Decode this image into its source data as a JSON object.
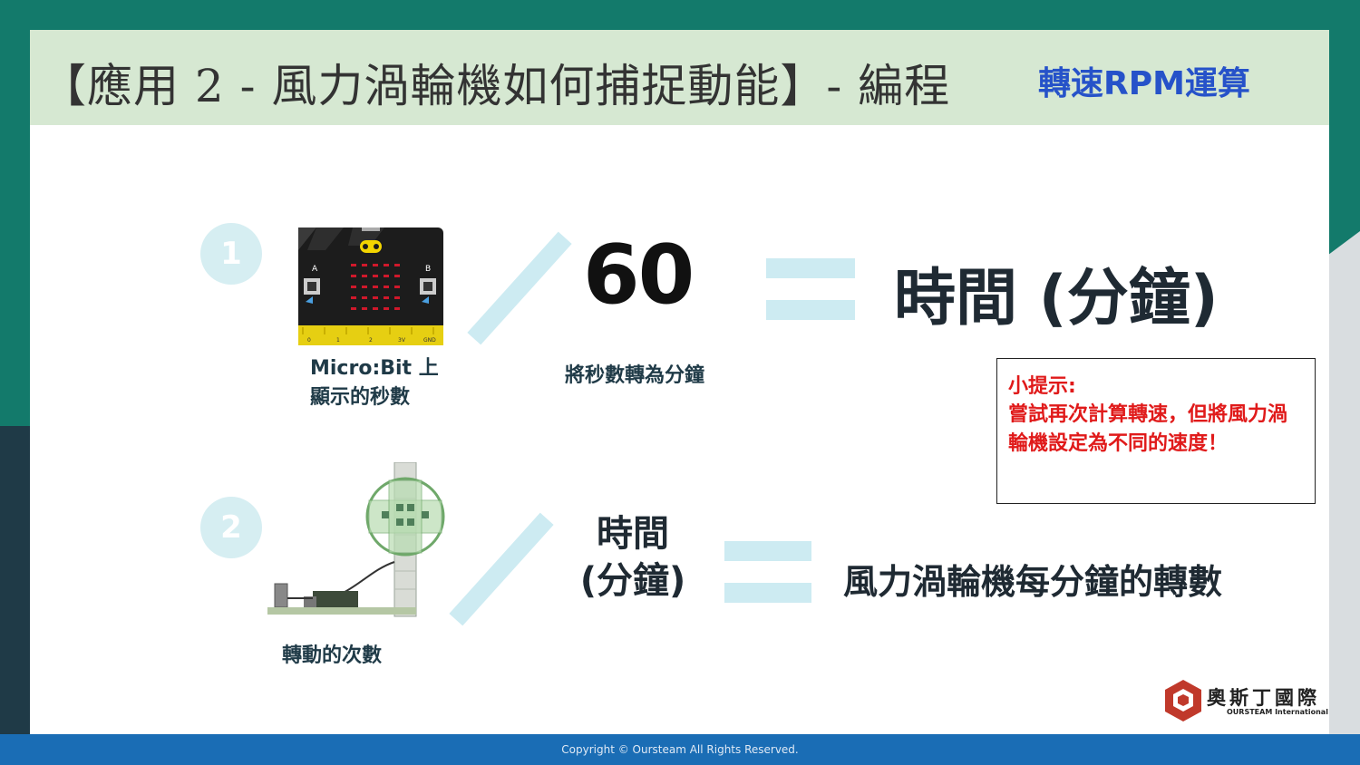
{
  "header": {
    "title": "【應用 2 - 風力渦輪機如何捕捉動能】- 編程",
    "subtitle": "轉速RPM運算"
  },
  "step1": {
    "number": "1",
    "device_caption_line1": "Micro:Bit 上",
    "device_caption_line2": "顯示的秒數",
    "divisor": "60",
    "divisor_caption": "將秒數轉為分鐘",
    "result": "時間 (分鐘)"
  },
  "step2": {
    "number": "2",
    "device_caption": "轉動的次數",
    "divisor_line1": "時間",
    "divisor_line2": "(分鐘)",
    "result": "風力渦輪機每分鐘的轉數"
  },
  "tip": {
    "title": "小提示:",
    "body": "嘗試再次計算轉速，但將風力渦輪機設定為不同的速度！"
  },
  "logo": {
    "name_cn": "奧斯丁國際",
    "name_en": "OURSTEAM International"
  },
  "microbit": {
    "pins": [
      "0",
      "1",
      "2",
      "3V",
      "GND"
    ]
  },
  "colors": {
    "accent_blue": "#2652c9",
    "tip_red": "#e01a1a",
    "header_green": "#d6e8d2",
    "equation_blue": "#cdebf2",
    "footer_blue": "#1a6db5"
  },
  "footer": {
    "copyright": "Copyright © Oursteam All Rights Reserved."
  }
}
